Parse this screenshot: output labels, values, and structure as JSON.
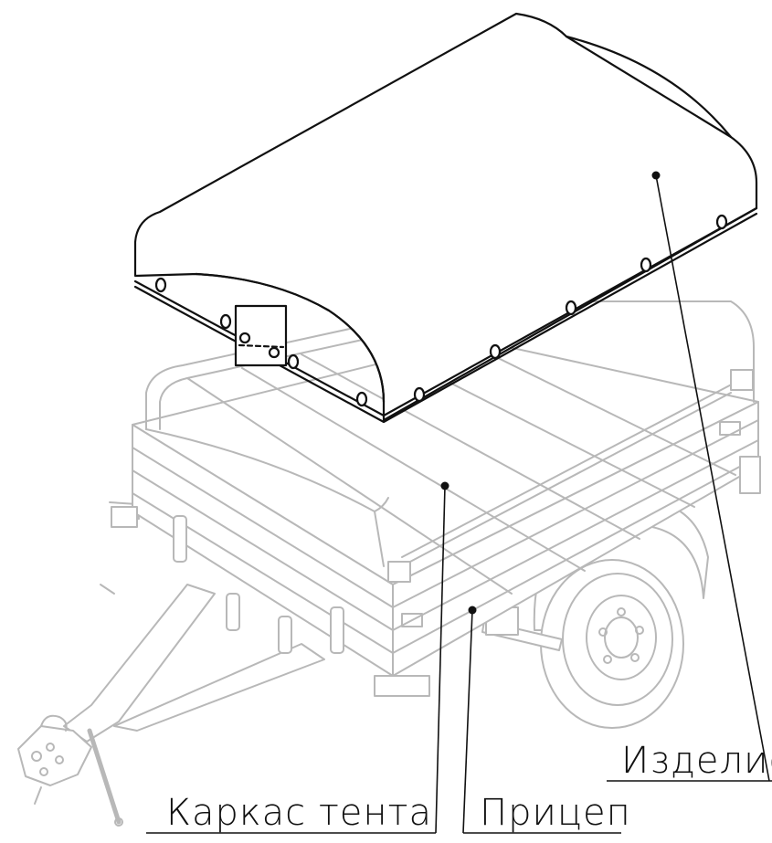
{
  "callouts": {
    "product": "Изделие",
    "frame": "Каркас тента",
    "trailer": "Прицеп"
  },
  "colors": {
    "line_dark": "#111111",
    "line_gray": "#b8b8b8",
    "background": "#ffffff"
  }
}
